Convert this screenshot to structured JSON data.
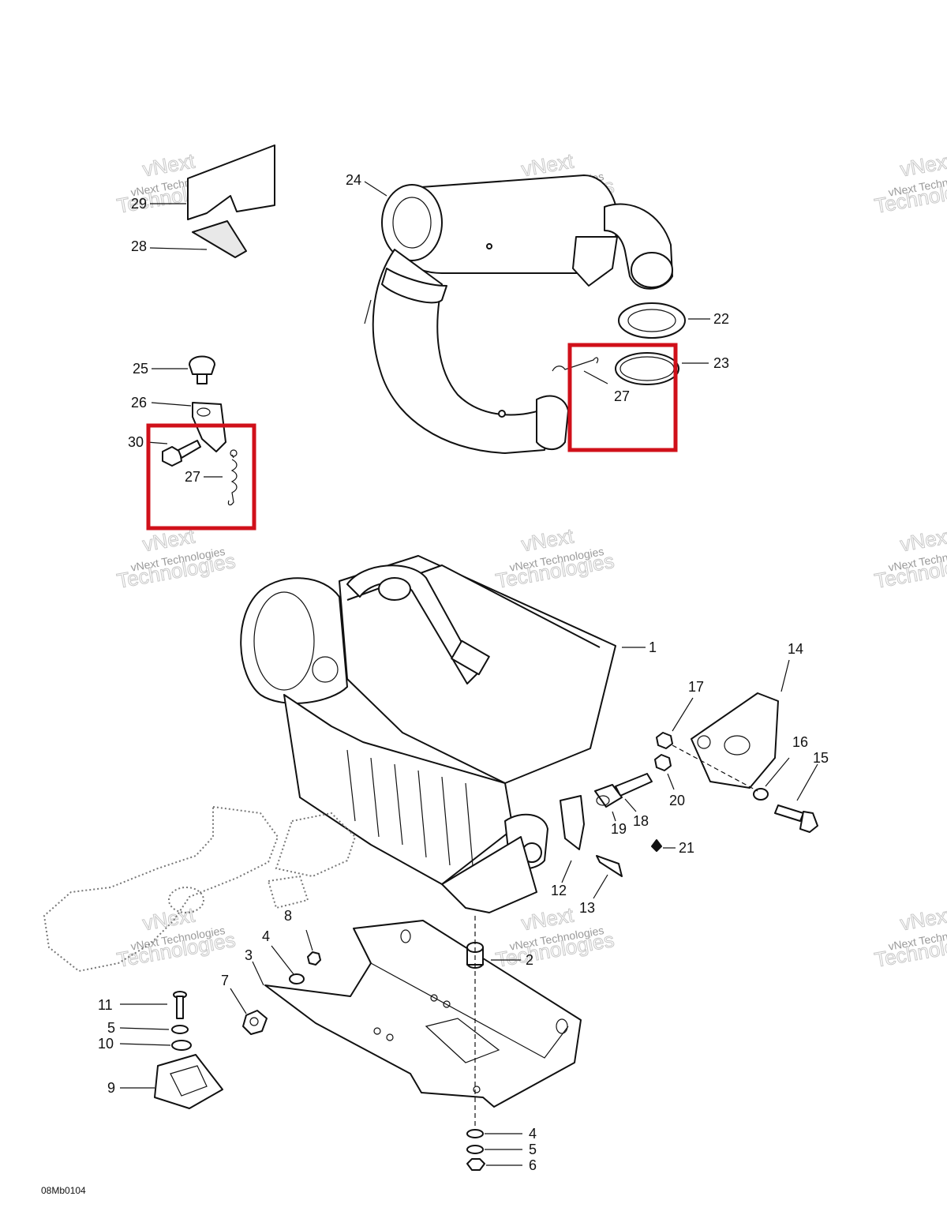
{
  "watermark": {
    "line1": "vNext Technologies",
    "line2": "Technologies",
    "top": "vNext"
  },
  "diagram_code": "08Mb0104",
  "callouts": {
    "c1": "1",
    "c2": "2",
    "c3": "3",
    "c4a": "4",
    "c4b": "4",
    "c5a": "5",
    "c5b": "5",
    "c6": "6",
    "c7": "7",
    "c8": "8",
    "c9": "9",
    "c10": "10",
    "c11": "11",
    "c12": "12",
    "c13": "13",
    "c14": "14",
    "c15": "15",
    "c16": "16",
    "c17": "17",
    "c18": "18",
    "c19": "19",
    "c20": "20",
    "c21": "21",
    "c22": "22",
    "c23": "23",
    "c24": "24",
    "c25": "25",
    "c26": "26",
    "c27a": "27",
    "c27b": "27",
    "c28": "28",
    "c29": "29",
    "c30": "30"
  },
  "highlight_color": "#d0101a"
}
